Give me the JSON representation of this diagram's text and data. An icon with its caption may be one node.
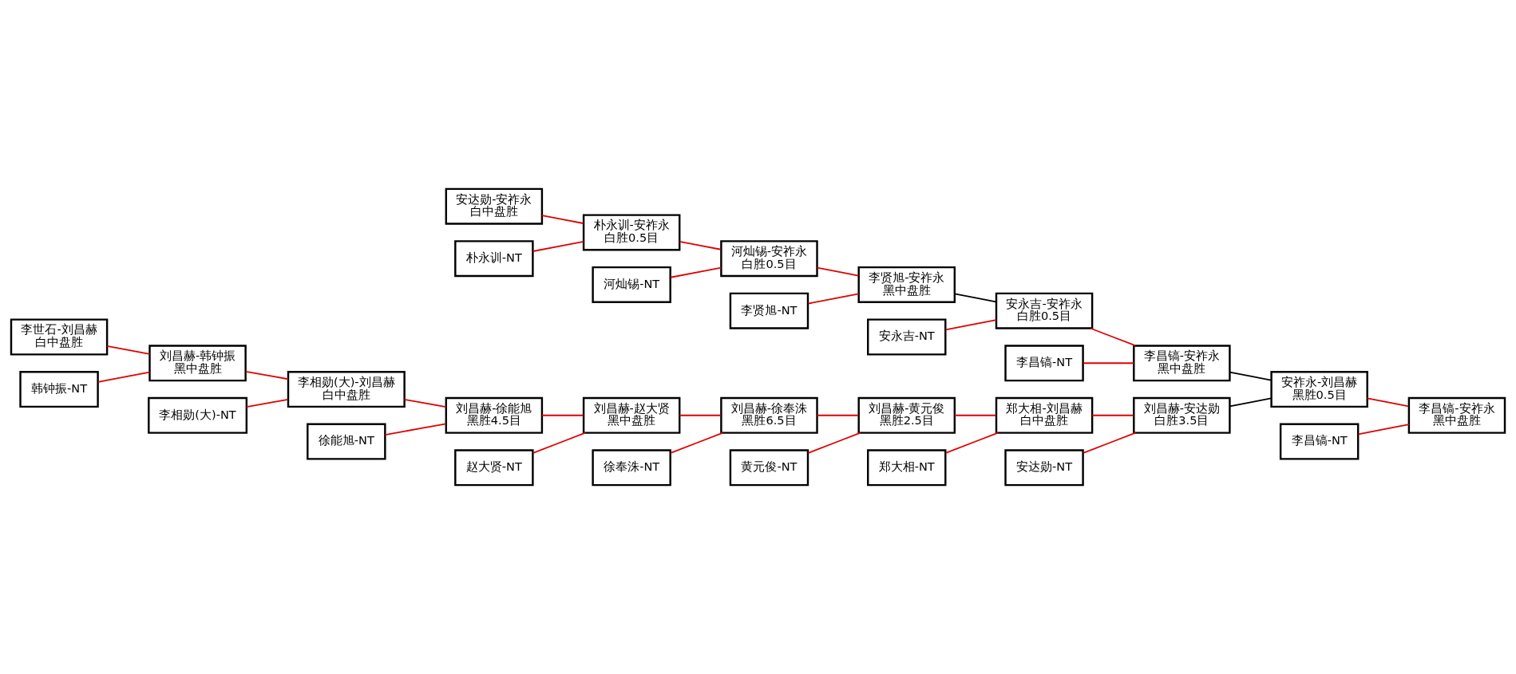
{
  "diagram": {
    "nodes": [
      {
        "text": [
          "安达勋-安祚永",
          "白中盘胜"
        ]
      },
      {
        "text": [
          "朴永训-NT"
        ]
      },
      {
        "text": [
          "朴永训-安祚永",
          "白胜0.5目"
        ]
      },
      {
        "text": [
          "河灿锡-NT"
        ]
      },
      {
        "text": [
          "河灿锡-安祚永",
          "白胜0.5目"
        ]
      },
      {
        "text": [
          "李贤旭-NT"
        ]
      },
      {
        "text": [
          "李贤旭-安祚永",
          "黑中盘胜"
        ]
      },
      {
        "text": [
          "安永吉-NT"
        ]
      },
      {
        "text": [
          "安永吉-安祚永",
          "白胜0.5目"
        ]
      },
      {
        "text": [
          "李昌镐-NT"
        ]
      },
      {
        "text": [
          "李昌镐-安祚永",
          "黑中盘胜"
        ]
      },
      {
        "text": [
          "李昌镐-NT"
        ]
      },
      {
        "text": [
          "李世石-刘昌赫",
          "白中盘胜"
        ]
      },
      {
        "text": [
          "韩钟振-NT"
        ]
      },
      {
        "text": [
          "刘昌赫-韩钟振",
          "黑中盘胜"
        ]
      },
      {
        "text": [
          "李相勋(大)-NT"
        ]
      },
      {
        "text": [
          "李相勋(大)-刘昌赫",
          "白中盘胜"
        ]
      },
      {
        "text": [
          "徐能旭-NT"
        ]
      },
      {
        "text": [
          "刘昌赫-徐能旭",
          "黑胜4.5目"
        ]
      },
      {
        "text": [
          "赵大贤-NT"
        ]
      },
      {
        "text": [
          "刘昌赫-赵大贤",
          "黑中盘胜"
        ]
      },
      {
        "text": [
          "徐奉洙-NT"
        ]
      },
      {
        "text": [
          "刘昌赫-徐奉洙",
          "黑胜6.5目"
        ]
      },
      {
        "text": [
          "黄元俊-NT"
        ]
      },
      {
        "text": [
          "刘昌赫-黄元俊",
          "黑胜2.5目"
        ]
      },
      {
        "text": [
          "郑大相-NT"
        ]
      },
      {
        "text": [
          "郑大相-刘昌赫",
          "白中盘胜"
        ]
      },
      {
        "text": [
          "安达勋-NT"
        ]
      },
      {
        "text": [
          "刘昌赫-安达勋",
          "白胜3.5目"
        ]
      },
      {
        "text": [
          "安祚永-刘昌赫",
          "黑胜0.5目"
        ]
      },
      {
        "text": [
          "李昌镐-安祚永",
          "黑中盘胜"
        ]
      }
    ],
    "edges": [
      {
        "from": 0,
        "to": 2,
        "arrow": "none"
      },
      {
        "from": 1,
        "to": 2,
        "arrow": "none"
      },
      {
        "from": 2,
        "to": 4,
        "arrow": "none"
      },
      {
        "from": 3,
        "to": 4,
        "arrow": "none"
      },
      {
        "from": 4,
        "to": 6,
        "arrow": "none"
      },
      {
        "from": 5,
        "to": 6,
        "arrow": "none"
      },
      {
        "from": 6,
        "to": 8,
        "arrow": "none",
        "color": "#000000"
      },
      {
        "from": 7,
        "to": 8,
        "arrow": "none"
      },
      {
        "from": 8,
        "to": 10,
        "arrow": "none"
      },
      {
        "from": 9,
        "to": 10,
        "arrow": "none"
      },
      {
        "from": 10,
        "to": 29,
        "arrow": "none",
        "color": "#000000"
      },
      {
        "from": 12,
        "to": 14,
        "arrow": "none"
      },
      {
        "from": 13,
        "to": 14,
        "arrow": "none"
      },
      {
        "from": 14,
        "to": 16,
        "arrow": "none"
      },
      {
        "from": 15,
        "to": 16,
        "arrow": "none"
      },
      {
        "from": 16,
        "to": 18,
        "arrow": "none"
      },
      {
        "from": 17,
        "to": 18,
        "arrow": "none"
      },
      {
        "from": 18,
        "to": 20,
        "arrow": "none"
      },
      {
        "from": 19,
        "to": 20,
        "arrow": "none"
      },
      {
        "from": 20,
        "to": 22,
        "arrow": "none"
      },
      {
        "from": 21,
        "to": 22,
        "arrow": "none"
      },
      {
        "from": 22,
        "to": 24,
        "arrow": "none"
      },
      {
        "from": 23,
        "to": 24,
        "arrow": "none"
      },
      {
        "from": 24,
        "to": 26,
        "arrow": "none"
      },
      {
        "from": 25,
        "to": 26,
        "arrow": "none"
      },
      {
        "from": 26,
        "to": 28,
        "arrow": "none"
      },
      {
        "from": 27,
        "to": 28,
        "arrow": "none"
      },
      {
        "from": 28,
        "to": 29,
        "arrow": "none",
        "color": "#000000"
      },
      {
        "from": 29,
        "to": 30,
        "arrow": "none"
      },
      {
        "from": 11,
        "to": 30,
        "arrow": "none"
      }
    ]
  }
}
